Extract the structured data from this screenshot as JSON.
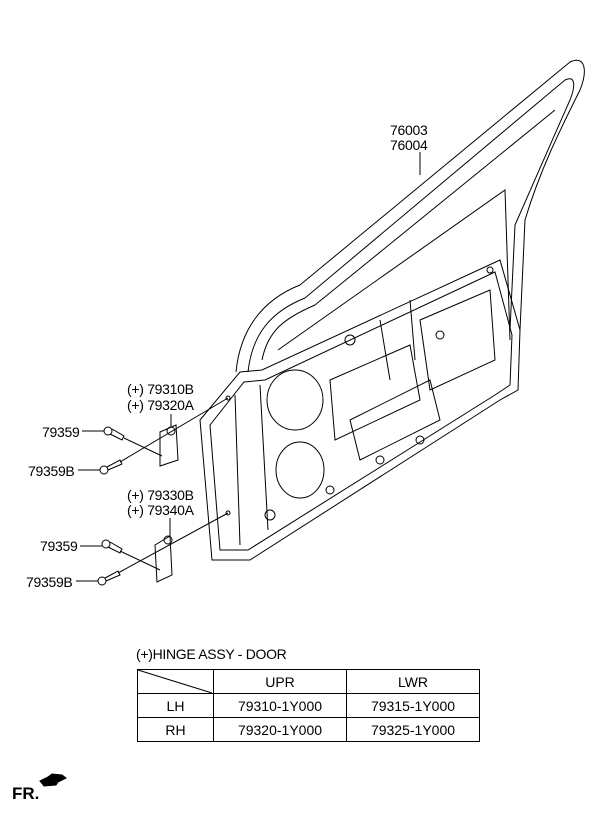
{
  "labels": {
    "door_panel_1": "76003",
    "door_panel_2": "76004",
    "upper_hinge_1": "(+) 79310B",
    "upper_hinge_2": "(+) 79320A",
    "lower_hinge_1": "(+) 79330B",
    "lower_hinge_2": "(+) 79340A",
    "bolt_upper_a": "79359",
    "bolt_upper_b": "79359B",
    "bolt_lower_a": "79359",
    "bolt_lower_b": "79359B"
  },
  "table": {
    "caption": "(+)HINGE ASSY - DOOR",
    "headers": [
      "UPR",
      "LWR"
    ],
    "rows": [
      {
        "side": "LH",
        "upr": "79310-1Y000",
        "lwr": "79315-1Y000"
      },
      {
        "side": "RH",
        "upr": "79320-1Y000",
        "lwr": "79325-1Y000"
      }
    ]
  },
  "front_indicator": "FR."
}
